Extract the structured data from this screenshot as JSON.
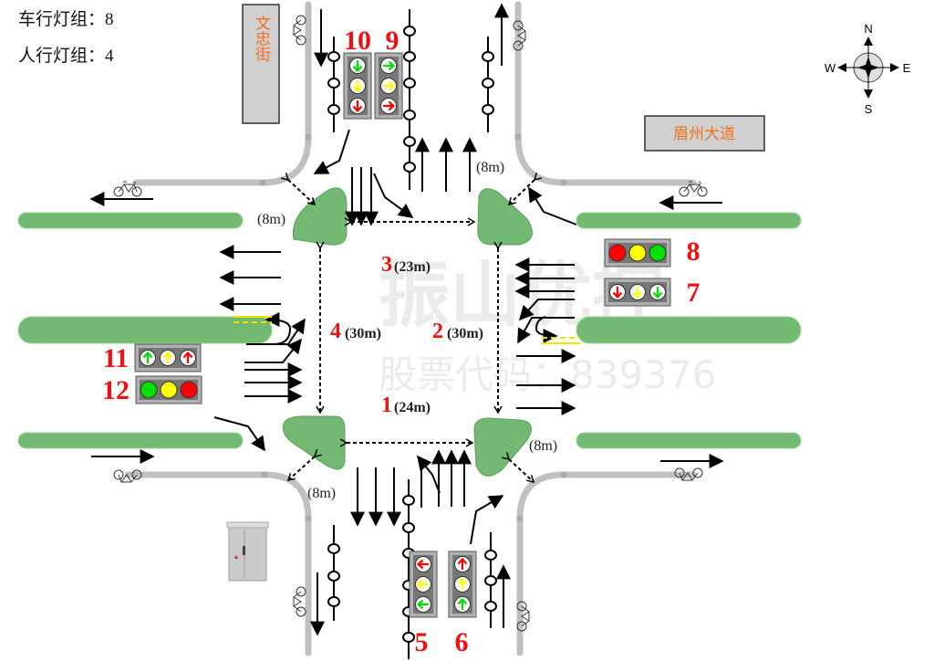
{
  "info": {
    "vehicle_groups_label": "车行灯组：8",
    "pedestrian_groups_label": "人行灯组：4"
  },
  "streets": {
    "north_south": "文忠街",
    "east_west": "眉州大道"
  },
  "compass": {
    "n": "N",
    "s": "S",
    "e": "E",
    "w": "W"
  },
  "watermark": {
    "line1": "振山优控",
    "line2": "股票代码：839376"
  },
  "colors": {
    "island": "#73b973",
    "road_line": "#c0c0c0",
    "label_red": "#ee1111",
    "street_text": "#f07020",
    "signal_red": "#ff0000",
    "signal_yellow": "#ffff00",
    "signal_green": "#00e000"
  },
  "crosswalks": [
    {
      "id": "1",
      "length": "(24m)"
    },
    {
      "id": "2",
      "length": "(30m)"
    },
    {
      "id": "3",
      "length": "(23m)"
    },
    {
      "id": "4",
      "length": "(30m)"
    }
  ],
  "corner_distances": [
    "(8m)",
    "(8m)",
    "(8m)",
    "(8m)"
  ],
  "signal_groups": [
    {
      "id": "5",
      "type": "arrow-left",
      "lamps": [
        "red",
        "yellow",
        "green"
      ]
    },
    {
      "id": "6",
      "type": "arrow-up",
      "lamps": [
        "red",
        "yellow",
        "green"
      ]
    },
    {
      "id": "7",
      "type": "arrow-down",
      "lamps": [
        "red",
        "yellow",
        "green"
      ]
    },
    {
      "id": "8",
      "type": "round",
      "lamps": [
        "red",
        "yellow",
        "green"
      ]
    },
    {
      "id": "9",
      "type": "arrow-right",
      "lamps": [
        "green",
        "yellow",
        "red"
      ]
    },
    {
      "id": "10",
      "type": "arrow-down",
      "lamps": [
        "green",
        "yellow",
        "red"
      ]
    },
    {
      "id": "11",
      "type": "arrow-up",
      "lamps": [
        "green",
        "yellow",
        "red"
      ]
    },
    {
      "id": "12",
      "type": "round",
      "lamps": [
        "green",
        "yellow",
        "red"
      ]
    }
  ]
}
